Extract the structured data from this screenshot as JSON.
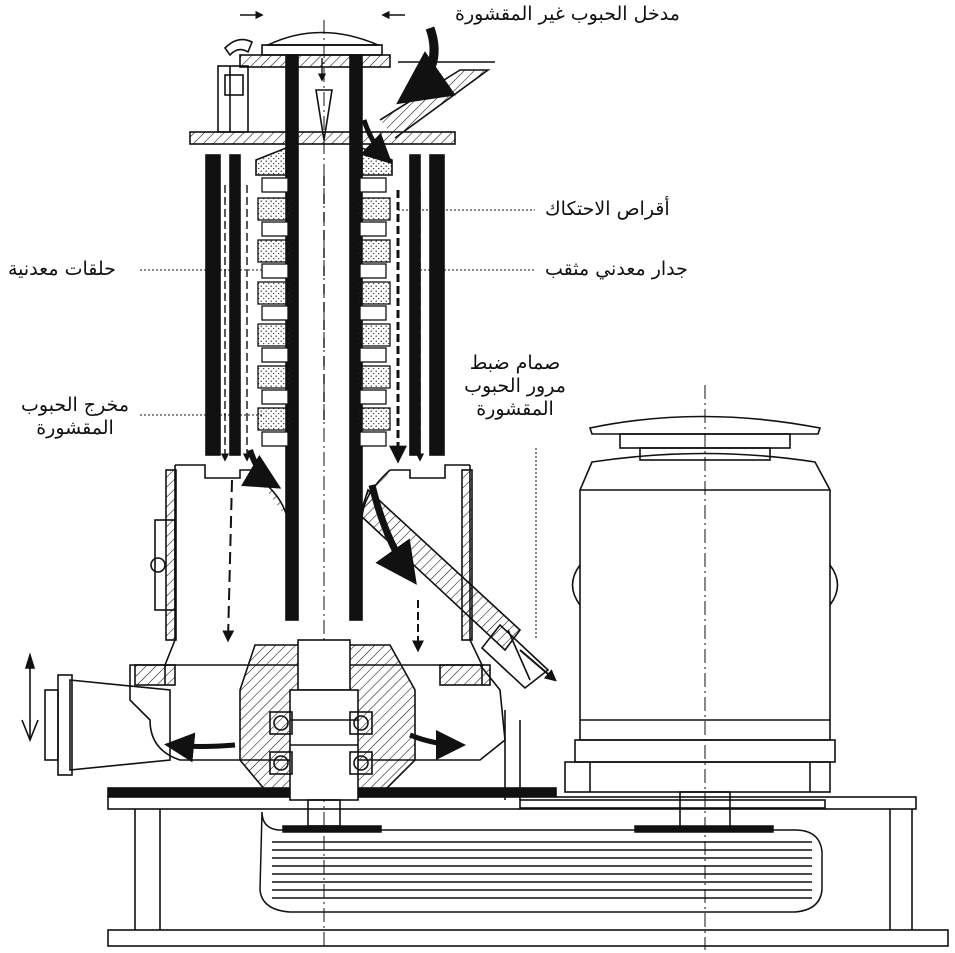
{
  "labels": {
    "inlet": "مدخل الحبوب غير المقشورة",
    "friction_discs": "أقراص الاحتكاك",
    "metal_rings": "حلقات معدنية",
    "perforated_wall": "جدار معدني مثقب",
    "valve": [
      "صمام ضبط",
      "مرور الحبوب",
      "المقشورة"
    ],
    "outlet": [
      "مخرج الحبوب",
      "المقشورة"
    ]
  },
  "colors": {
    "line": "#111111",
    "background": "#ffffff"
  }
}
